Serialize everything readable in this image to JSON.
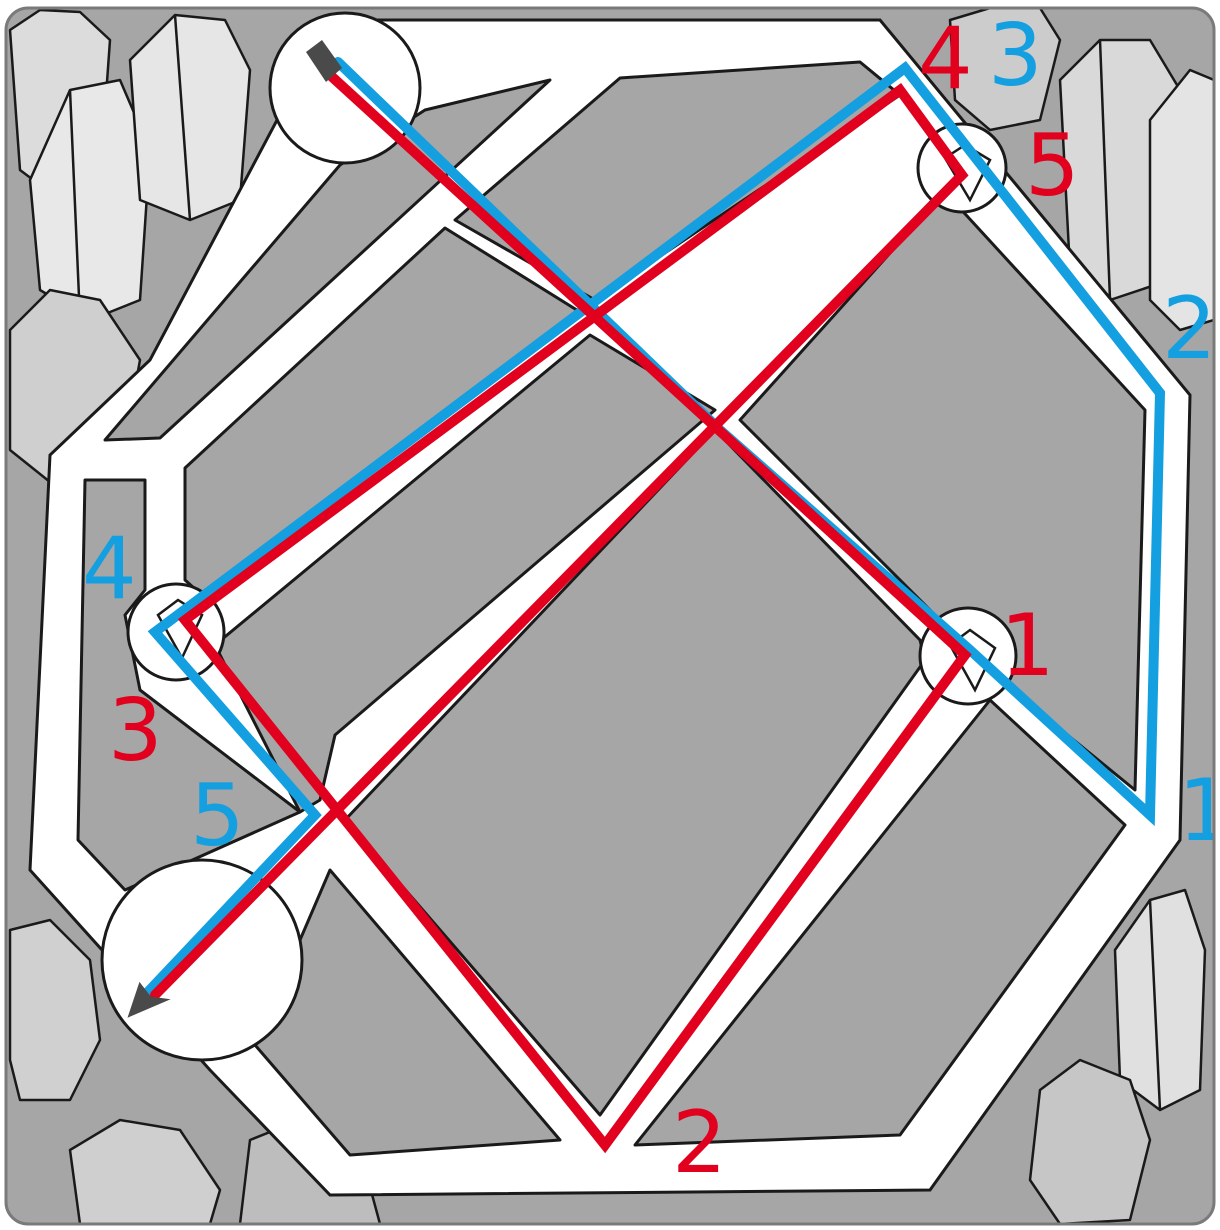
{
  "colors": {
    "background": "#a6a6a6",
    "crystal_light": "#e8e8e8",
    "crystal_mid": "#c8c8c8",
    "corridor": "#ffffff",
    "outline": "#1a1a1a",
    "red_path": "#e1001e",
    "blue_path": "#139fe0",
    "arrow": "#4a4a4a"
  },
  "blue_labels": [
    "3",
    "2",
    "1",
    "4",
    "5"
  ],
  "red_labels": [
    "4",
    "5",
    "1",
    "3",
    "2"
  ],
  "icons": {
    "start_arrow": "arrow-start-icon",
    "end_arrow": "arrow-end-icon",
    "gem": "gem-icon"
  }
}
